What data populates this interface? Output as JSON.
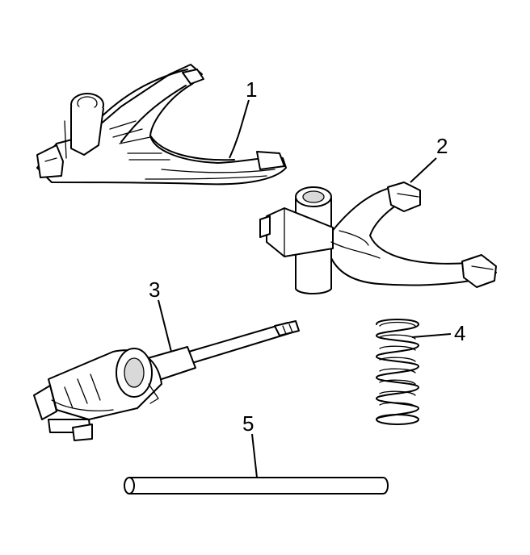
{
  "callouts": [
    {
      "id": "fork-1",
      "label": "1"
    },
    {
      "id": "fork-2",
      "label": "2"
    },
    {
      "id": "shift-rail-3",
      "label": "3"
    },
    {
      "id": "spring-4",
      "label": "4"
    },
    {
      "id": "pin-5",
      "label": "5"
    }
  ]
}
